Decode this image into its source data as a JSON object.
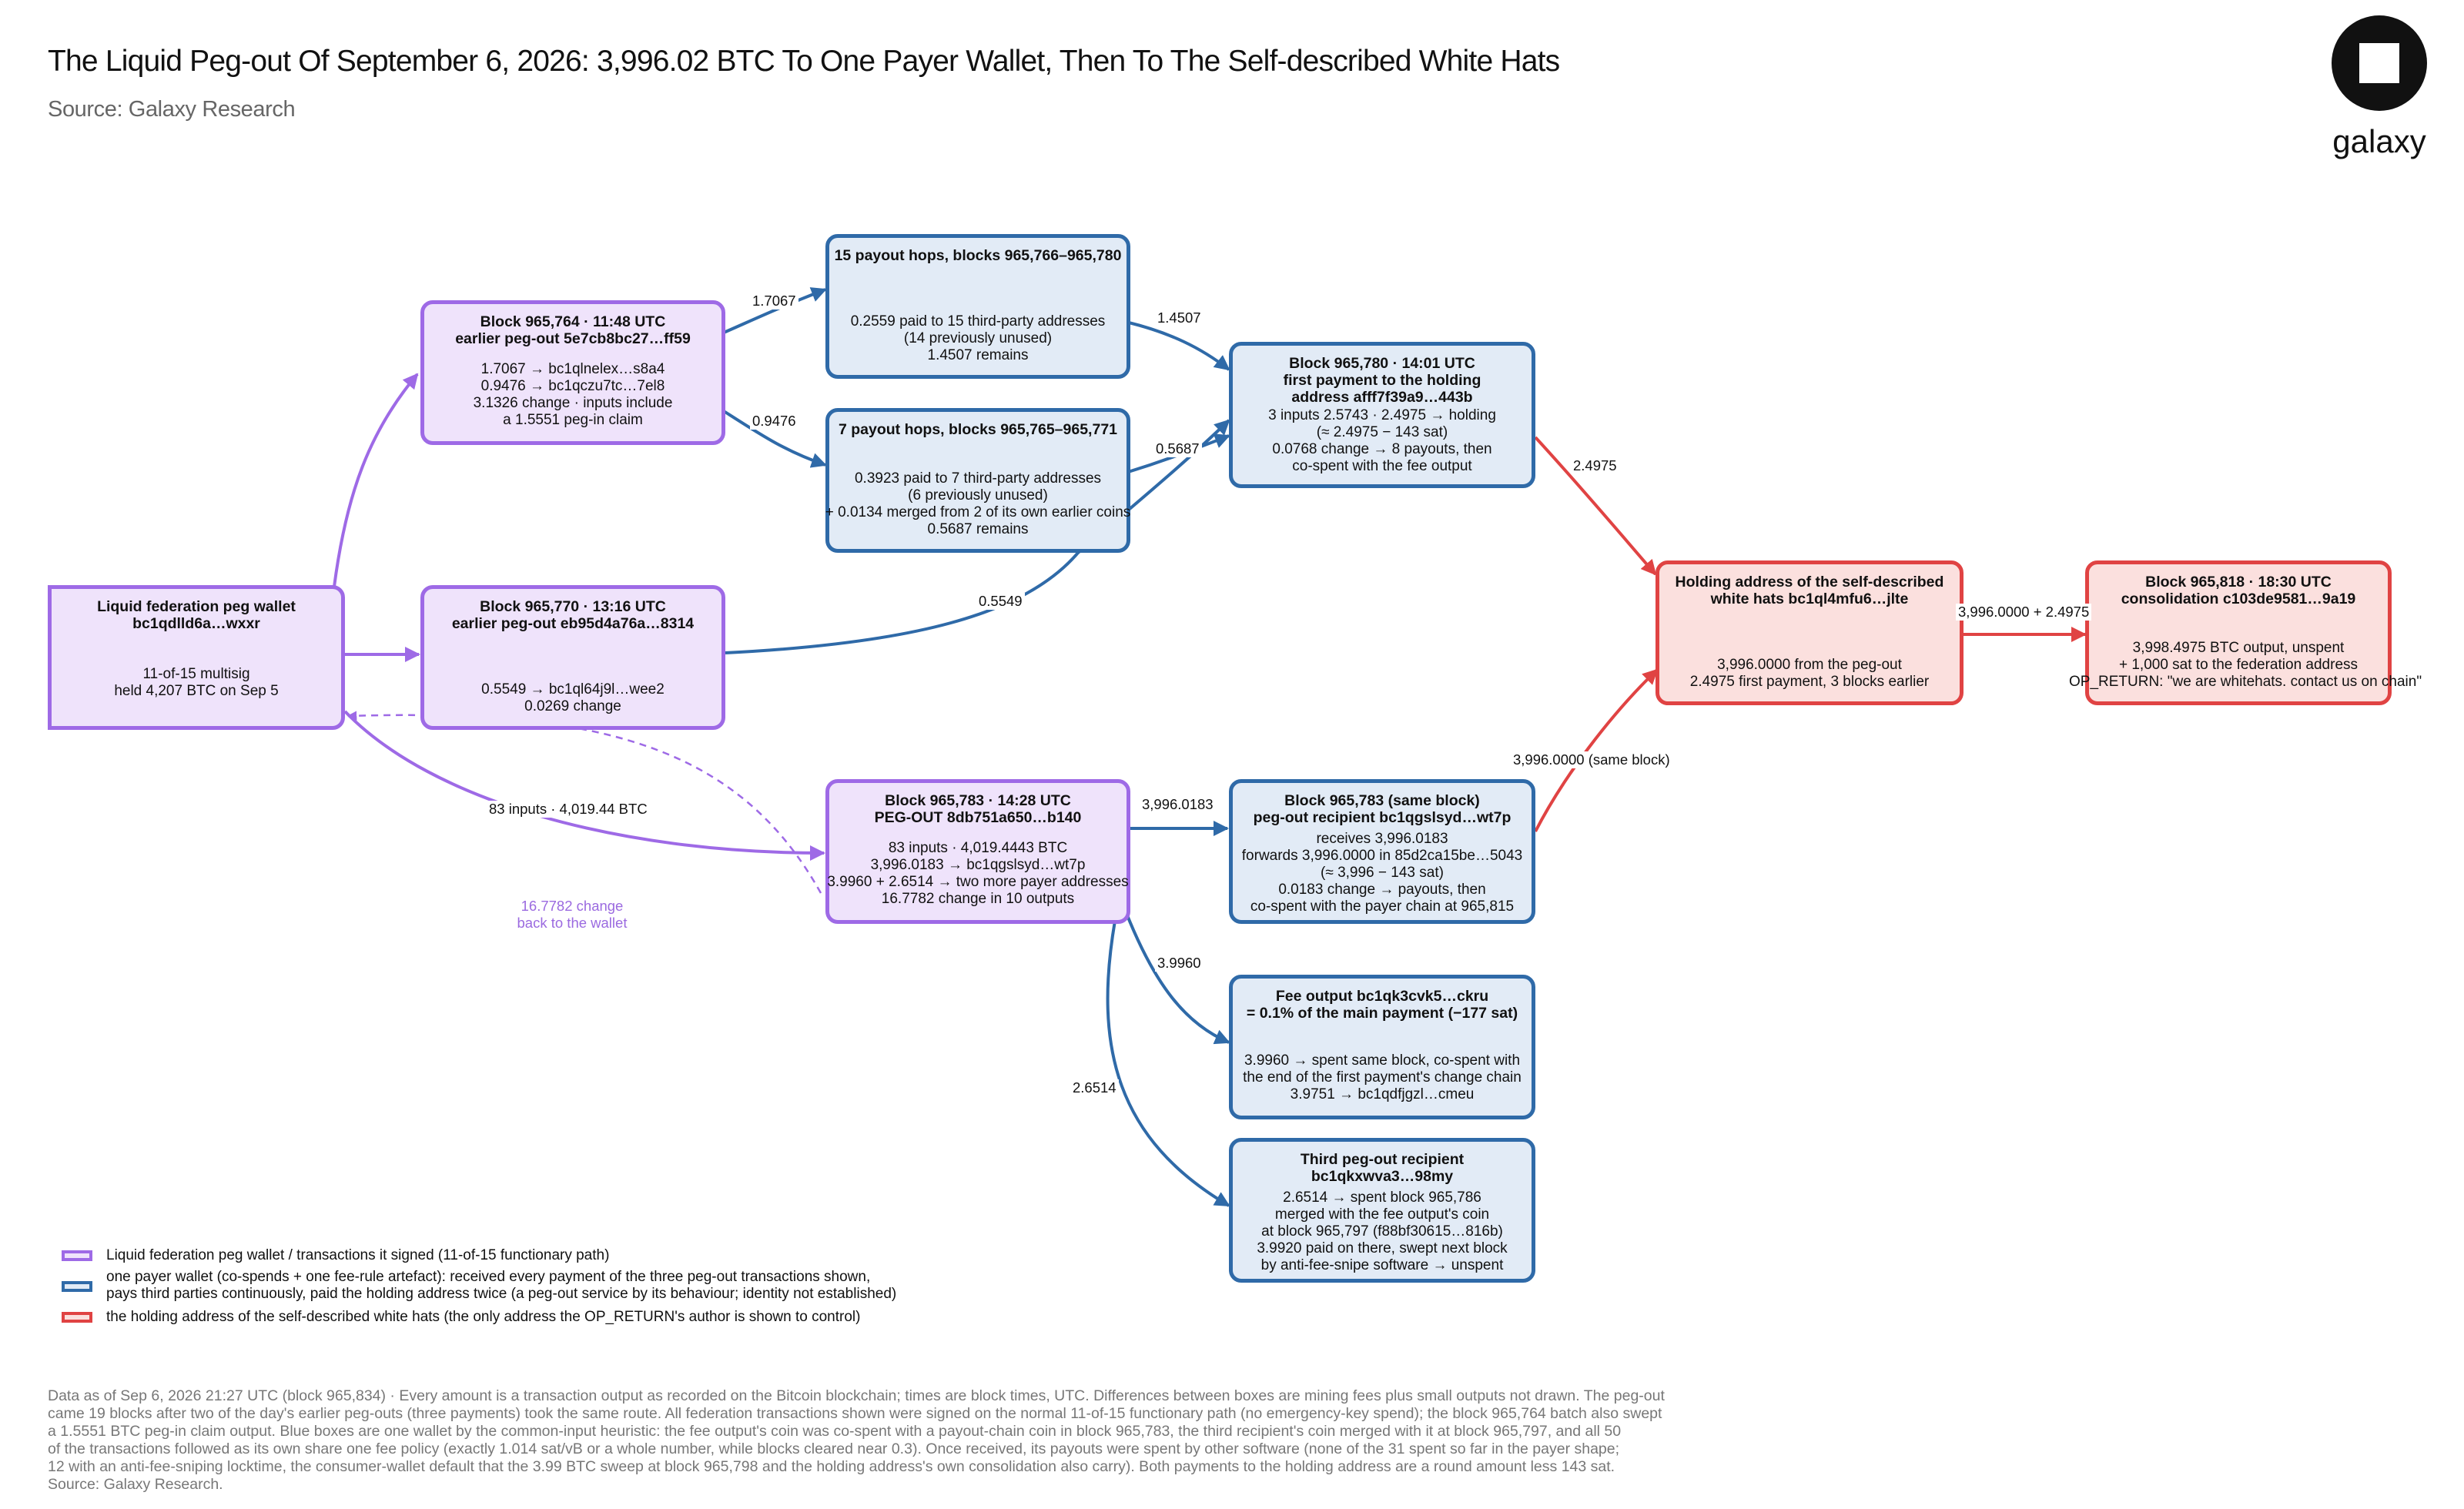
{
  "header": {
    "title": "The Liquid Peg-out Of September 6, 2026: 3,996.02 BTC To One Payer Wallet, Then To The Self-described White Hats",
    "source": "Source: Galaxy Research",
    "logo_text": "galaxy"
  },
  "colors": {
    "purple_border": "#9e6ae6",
    "purple_fill": "#efe3fb",
    "blue_border": "#2f6aa8",
    "blue_fill": "#e2ebf6",
    "red_border": "#e04343",
    "red_fill": "#fbe0de",
    "purple_text": "#9b6ae0"
  },
  "nodes": {
    "peg_wallet": {
      "title": [
        "Liquid federation peg wallet",
        "bc1qdlld6a…wxxr"
      ],
      "body": [
        "11-of-15 multisig",
        "held 4,207 BTC on Sep 5"
      ]
    },
    "blk764": {
      "title": [
        "Block 965,764 · 11:48 UTC",
        "earlier peg-out 5e7cb8bc27…ff59"
      ],
      "body": [
        "1.7067 → bc1qlnelex…s8a4",
        "0.9476 → bc1qczu7tc…7el8",
        "3.1326 change · inputs include",
        "a 1.5551 peg-in claim"
      ]
    },
    "blk770": {
      "title": [
        "Block 965,770 · 13:16 UTC",
        "earlier peg-out eb95d4a76a…8314"
      ],
      "body": [
        "0.5549 → bc1ql64j9l…wee2",
        "0.0269 change"
      ]
    },
    "hops15": {
      "title": [
        "15 payout hops, blocks 965,766–965,780"
      ],
      "body": [
        "0.2559 paid to 15 third-party addresses",
        "(14 previously unused)",
        "1.4507 remains"
      ]
    },
    "hops7": {
      "title": [
        "7 payout hops, blocks 965,765–965,771"
      ],
      "body": [
        "0.3923 paid to 7 third-party addresses",
        "(6 previously unused)",
        "+ 0.0134 merged from 2 of its own earlier coins",
        "0.5687 remains"
      ]
    },
    "blk780": {
      "title": [
        "Block 965,780 · 14:01 UTC",
        "first payment to the holding",
        "address afff7f39a9…443b"
      ],
      "body": [
        "3 inputs 2.5743 · 2.4975 → holding",
        "(≈ 2.4975 − 143 sat)",
        "0.0768 change → 8 payouts, then",
        "co-spent with the fee output"
      ]
    },
    "blk783": {
      "title": [
        "Block 965,783 · 14:28 UTC",
        "PEG-OUT 8db751a650…b140"
      ],
      "body": [
        "83 inputs · 4,019.4443 BTC",
        "3,996.0183 → bc1qgslsyd…wt7p",
        "3.9960 + 2.6514 → two more payer addresses",
        "16.7782 change in 10 outputs"
      ]
    },
    "recipient": {
      "title": [
        "Block 965,783 (same block)",
        "peg-out recipient bc1qgslsyd…wt7p"
      ],
      "body": [
        "receives 3,996.0183",
        "forwards 3,996.0000 in 85d2ca15be…5043",
        "(≈ 3,996 − 143 sat)",
        "0.0183 change → payouts, then",
        "co-spent with the payer chain at 965,815"
      ]
    },
    "fee": {
      "title": [
        "Fee output bc1qk3cvk5…ckru",
        "= 0.1% of the main payment (−177 sat)"
      ],
      "body": [
        "3.9960 → spent same block, co-spent with",
        "the end of the first payment's change chain",
        "3.9751 → bc1qdfjgzl…cmeu"
      ]
    },
    "third": {
      "title": [
        "Third peg-out recipient",
        "bc1qkxwva3…98my"
      ],
      "body": [
        "2.6514 → spent block 965,786",
        "merged with the fee output's coin",
        "at block 965,797 (f88bf30615…816b)",
        "3.9920 paid on there, swept next block",
        "by anti-fee-snipe software → unspent"
      ]
    },
    "holding": {
      "title": [
        "Holding address of the self-described",
        "white hats bc1ql4mfu6…jlte"
      ],
      "body": [
        "3,996.0000 from the peg-out",
        "2.4975 first payment, 3 blocks earlier"
      ]
    },
    "consol": {
      "title": [
        "Block 965,818 · 18:30 UTC",
        "consolidation c103de9581…9a19"
      ],
      "body": [
        "3,998.4975 BTC output, unspent",
        "+ 1,000 sat to the federation address",
        "OP_RETURN: \"we are whitehats. contact us on chain\""
      ]
    }
  },
  "edges": {
    "e1": "1.7067",
    "e2": "0.9476",
    "e3": "1.4507",
    "e4": "0.5687",
    "e5": "0.5549",
    "e6": "2.4975",
    "e7": "83 inputs · 4,019.44 BTC",
    "e8": "3,996.0183",
    "e9": "3,996.0000 (same block)",
    "e10": "3.9960",
    "e11": "2.6514",
    "e12": "3,996.0000 + 2.4975",
    "change_note": [
      "16.7782 change",
      "back to the wallet"
    ]
  },
  "legend": [
    {
      "color": "purple",
      "lines": [
        "Liquid federation peg wallet / transactions it signed (11-of-15 functionary path)"
      ]
    },
    {
      "color": "blue",
      "lines": [
        "one payer wallet (co-spends + one fee-rule artefact): received every payment of the three peg-out transactions shown,",
        "pays third parties continuously, paid the holding address twice (a peg-out service by its behaviour; identity not established)"
      ]
    },
    {
      "color": "red",
      "lines": [
        "the holding address of the self-described white hats (the only address the OP_RETURN's author is shown to control)"
      ]
    }
  ],
  "footnote": [
    "Data as of Sep 6, 2026 21:27 UTC (block 965,834) · Every amount is a transaction output as recorded on the Bitcoin blockchain; times are block times, UTC. Differences between boxes are mining fees plus small outputs not drawn. The peg-out",
    "came 19 blocks after two of the day's earlier peg-outs (three payments) took the same route. All federation transactions shown were signed on the normal 11-of-15 functionary path (no emergency-key spend); the block 965,764 batch also swept",
    "a 1.5551 BTC peg-in claim output. Blue boxes are one wallet by the common-input heuristic: the fee output's coin was co-spent with a payout-chain coin in block 965,783, the third recipient's coin merged with it at block 965,797, and all 50",
    "of the transactions followed as its own share one fee policy (exactly 1.014 sat/vB or a whole number, while blocks cleared near 0.3). Once received, its payouts were spent by other software (none of the 31 spent so far in the payer shape;",
    "12 with an anti-fee-sniping locktime, the consumer-wallet default that the 3.99 BTC sweep at block 965,798 and the holding address's own consolidation also carry). Both payments to the holding address are a round amount less 143 sat.",
    "Source: Galaxy Research."
  ]
}
